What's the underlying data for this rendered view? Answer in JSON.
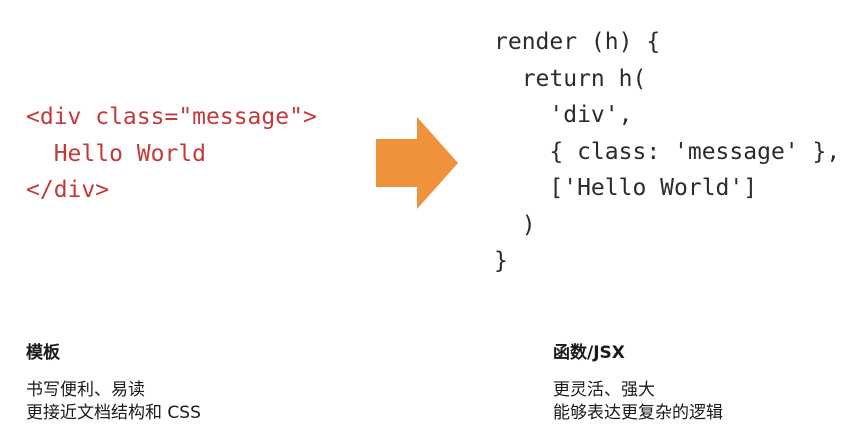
{
  "template_code": {
    "lines": [
      "<div class=\"message\">",
      "  Hello World",
      "</div>"
    ]
  },
  "render_code": {
    "lines": [
      "render (h) {",
      "  return h(",
      "    'div',",
      "    { class: 'message' },",
      "    ['Hello World']",
      "  )",
      "}"
    ]
  },
  "arrow": {
    "color": "#f0913b",
    "icon": "right-arrow-icon"
  },
  "left_caption": {
    "title": "模板",
    "lines": [
      "书写便利、易读",
      "更接近文档结构和 CSS"
    ]
  },
  "right_caption": {
    "title": "函数/JSX",
    "lines": [
      "更灵活、强大",
      "能够表达更复杂的逻辑"
    ]
  },
  "colors": {
    "template_text": "#c23a3a",
    "render_text": "#2b2b2b"
  }
}
